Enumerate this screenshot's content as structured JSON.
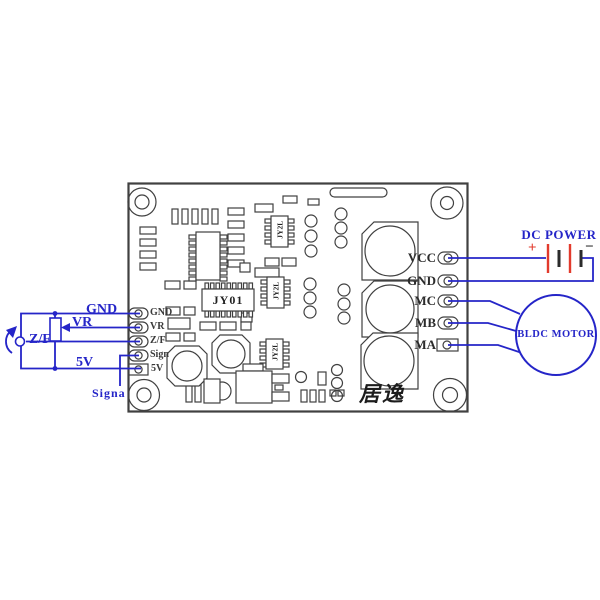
{
  "colors": {
    "wire_blue": "#2525c8",
    "accent_red": "#e23a2c",
    "line_dark": "#404040",
    "text_dark": "#2b2b2b"
  },
  "power_supply": {
    "label": "DC POWER",
    "plus": "+",
    "minus": "−"
  },
  "motor": {
    "label": "BLDC MOTOR"
  },
  "input_circuit": {
    "gnd": "GND",
    "vr": "VR",
    "zf": "Z/F",
    "v5": "5V",
    "signal": "Signa"
  },
  "board": {
    "main_chip": "JY01",
    "driver_chip": "JY2L",
    "brand": "居逸",
    "left_pads": [
      "GND",
      "VR",
      "Z/F",
      "Sign",
      "5V"
    ],
    "right_pads": [
      "VCC",
      "GND",
      "MC",
      "MB",
      "MA"
    ]
  }
}
